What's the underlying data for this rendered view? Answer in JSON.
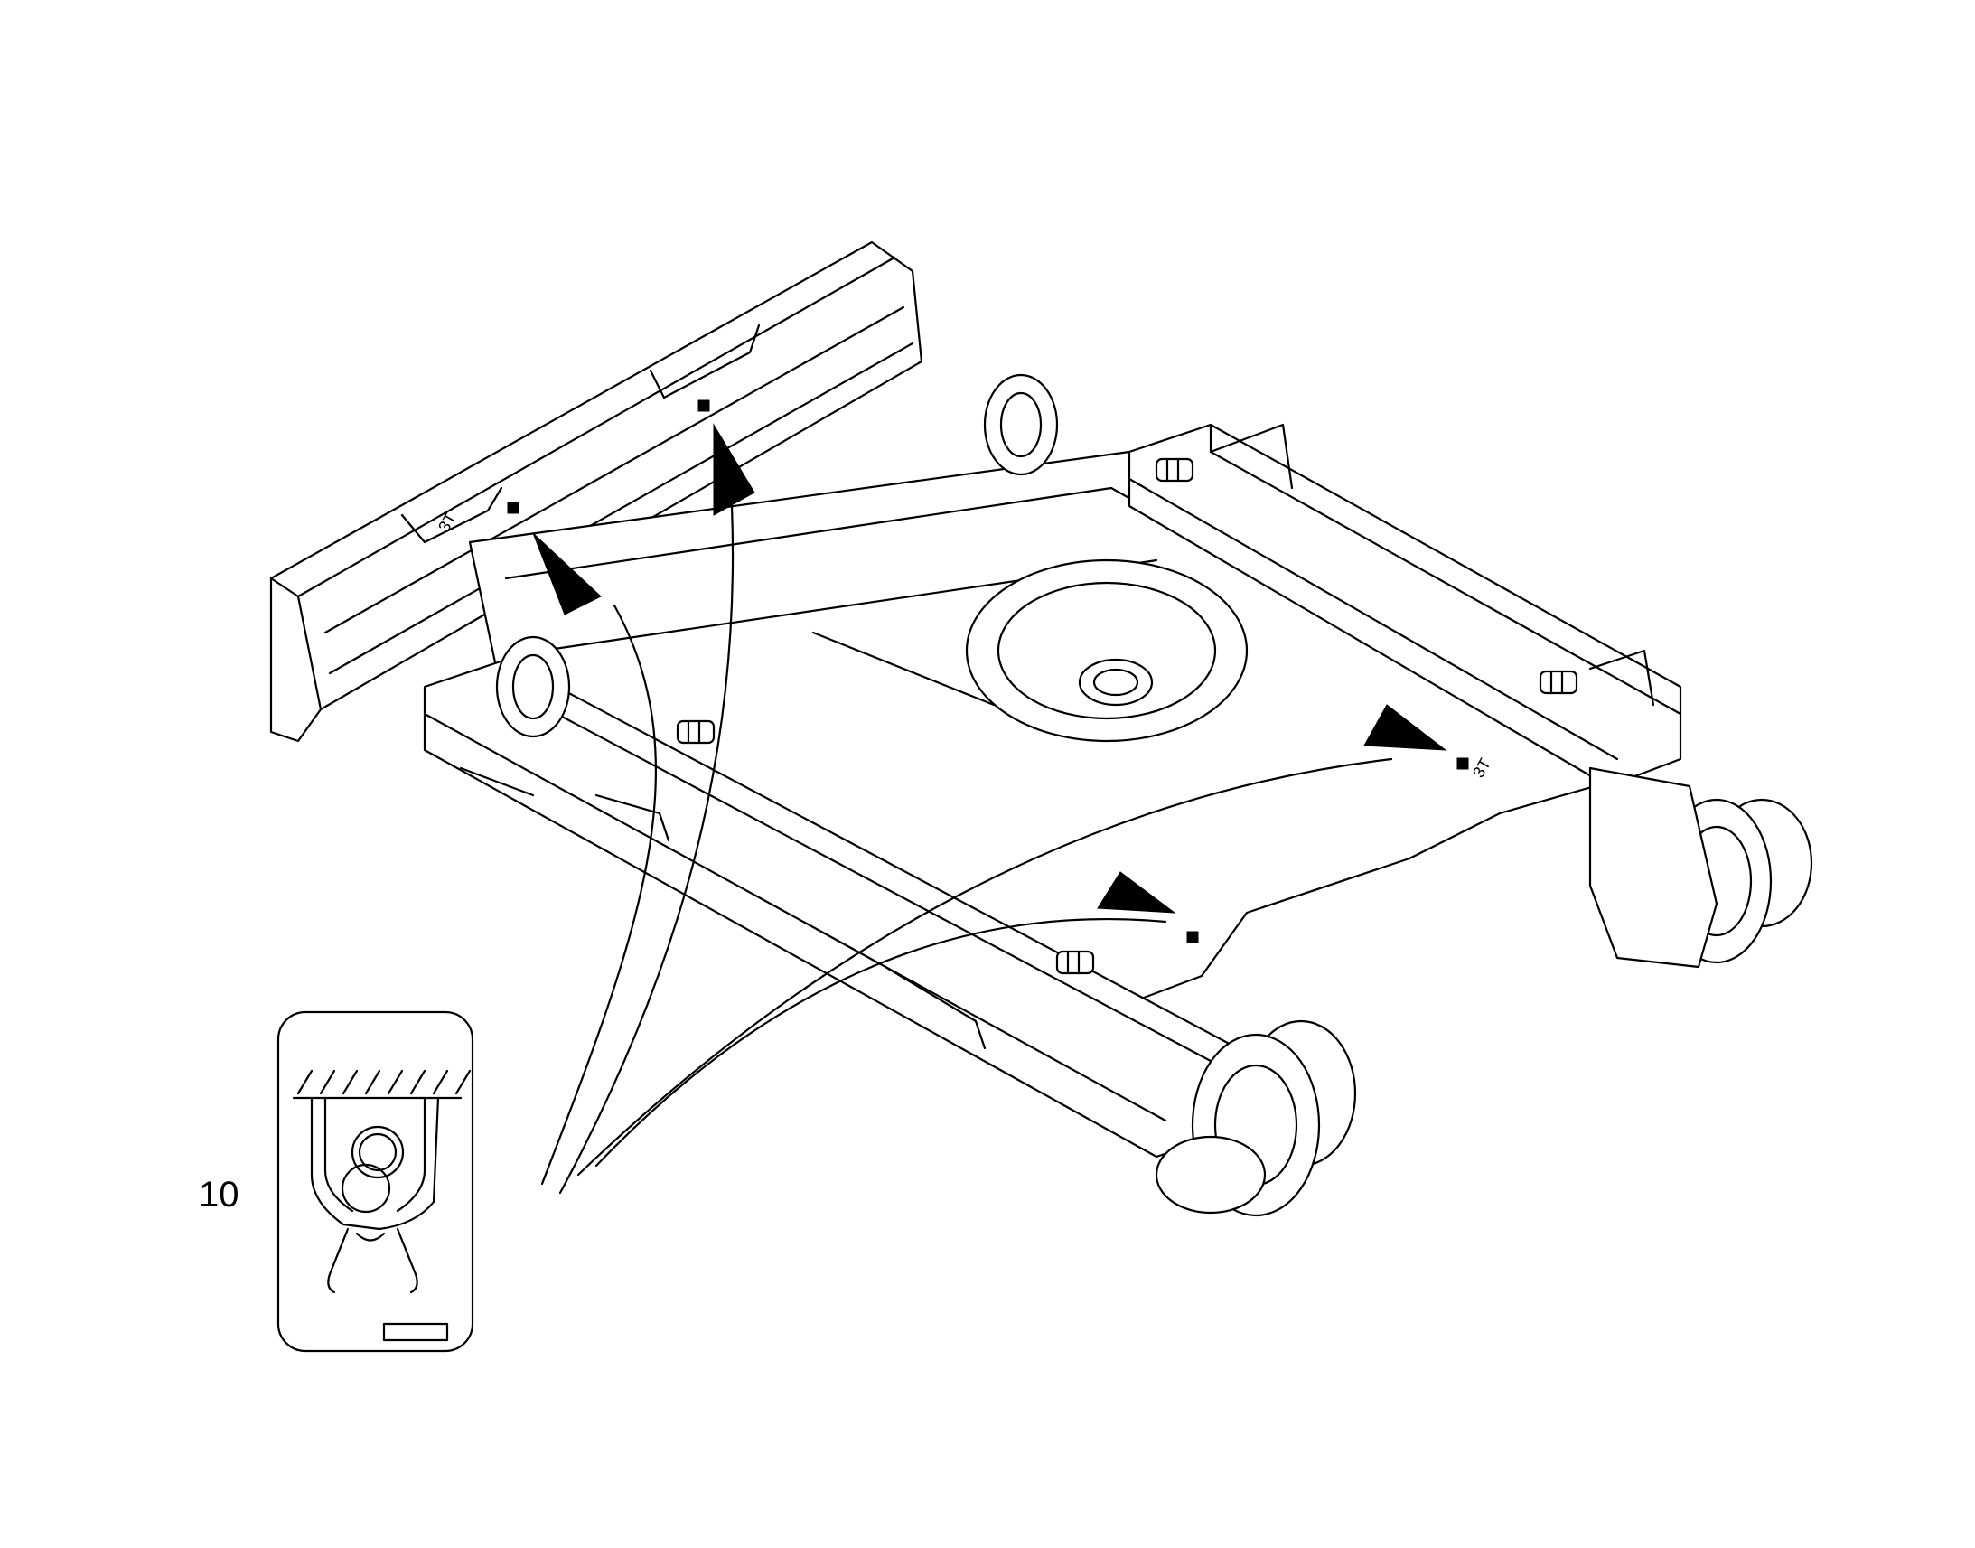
{
  "callout": {
    "number": "10"
  },
  "decal_labels": {
    "max_load_left": "3T",
    "max_load_right": "3T"
  },
  "icons": {
    "decal": "lifting-point-decal-icon",
    "arrow": "pointer-arrow-icon"
  }
}
